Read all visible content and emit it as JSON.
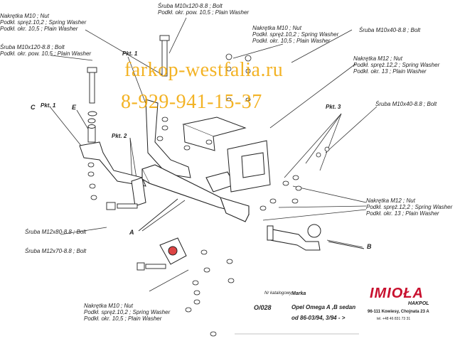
{
  "labels": {
    "bolt_top_center": [
      "Śruba M10x120-8.8 ;  Bolt",
      "Podkł. okr. pow. 10,5 ; Plain Washer"
    ],
    "nut_top_left": [
      "Nakrętka  M10 ; Nut",
      "Podkł. spręż.10,2 ; Spring Washer",
      "Podkł. okr. 10,5 ; Plain Washer"
    ],
    "bolt_left": [
      "Śruba M10x120-8.8 ;  Bolt",
      "Podkł. okr. pow. 10,5 ; Plain Washer"
    ],
    "nut_top_mid": [
      "Nakrętka  M10 ; Nut",
      "Podkł. spręż.10,2 ; Spring Washer",
      "Podkł. okr. 10,5 ; Plain Washer"
    ],
    "bolt_right_top": [
      "Śruba M10x40-8.8 ;  Bolt"
    ],
    "nut_right_top": [
      "Nakrętka  M12 ; Nut",
      "Podkł. spręż.12,2 ; Spring Washer",
      "Podkł. okr. 13 ; Plain Washer"
    ],
    "bolt_right_mid": [
      "Śruba M10x40-8.8 ;  Bolt"
    ],
    "nut_right_bottom": [
      "Nakrętka  M12 ; Nut",
      "Podkł. spręż.12,2 ; Spring Washer",
      "Podkł. okr. 13 ; Plain Washer"
    ],
    "bolt_m12x80": [
      "Śruba M12x80-8.8 ;  Bolt"
    ],
    "bolt_m12x70": [
      "Śruba M12x70-8.8 ;  Bolt"
    ],
    "nut_bottom": [
      "Nakrętka  M10 ; Nut",
      "Podkł. spręż.10,2 ; Spring Washer",
      "Podkł. okr. 10,5 ; Plain Washer"
    ]
  },
  "points": {
    "pkt1_top": "Pkt. 1",
    "pkt1_left": "Pkt. 1",
    "pkt2": "Pkt. 2",
    "pkt3": "Pkt. 3"
  },
  "letters": {
    "A": "A",
    "B": "B",
    "C": "C",
    "E": "E"
  },
  "watermark": {
    "site": "farkop-westfalia.ru",
    "phone": "8-929-941-15-37"
  },
  "catalog": {
    "nr_label": "Nr katalogowy",
    "nr_value": "O/028",
    "marka_label": "Marka",
    "model": "Opel Omega A ,B sedan",
    "years": "od 86-03/94, 3/94 - >"
  },
  "brand": {
    "name": "IMIOŁA",
    "sub": "HAKPOL",
    "address": "96-111 Kowiesy, Chojnata 23 A",
    "phone": "tel. +48 46 831 73 31",
    "color": "#c8102e"
  },
  "colors": {
    "watermark": "#f2a600",
    "brand": "#c8102e"
  }
}
